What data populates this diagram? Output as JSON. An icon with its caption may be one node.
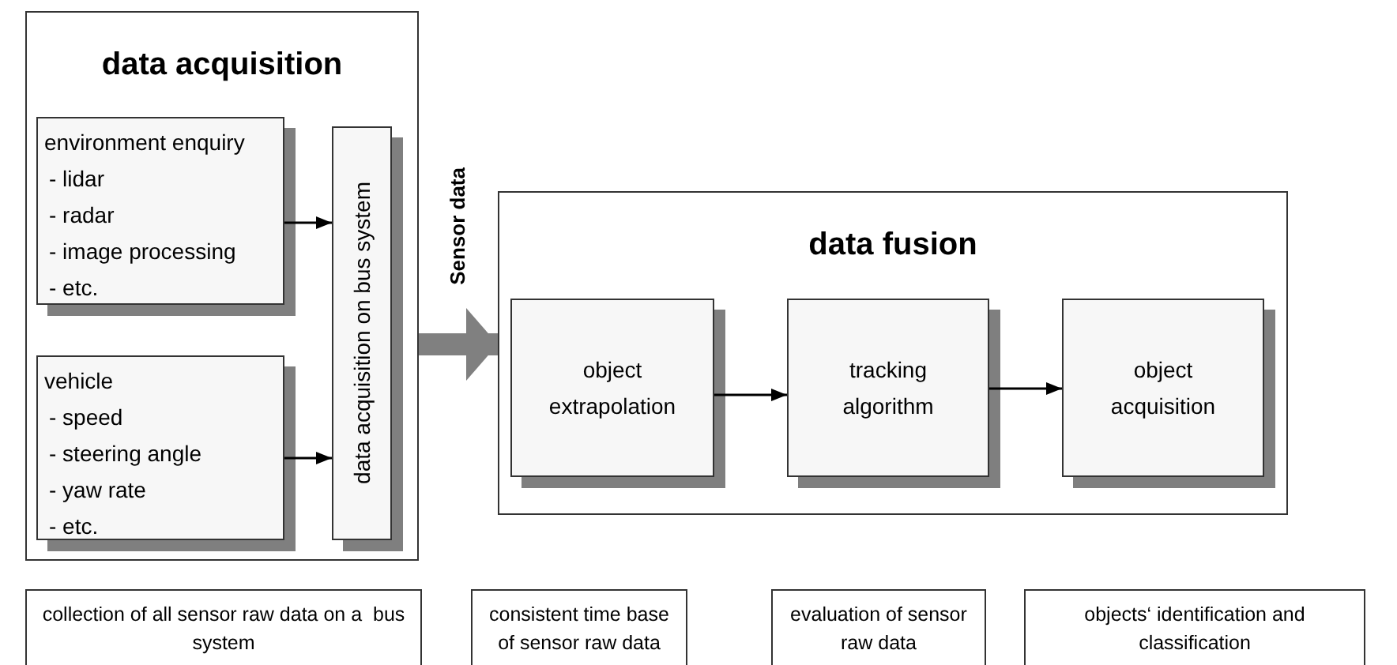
{
  "diagram": {
    "nodes": [
      {
        "text": [
          "data acquisition"
        ]
      },
      {
        "text": [
          "environment enquiry",
          "- lidar",
          "- radar",
          "- image processing",
          "- etc."
        ],
        "in": 0
      },
      {
        "text": [
          "vehicle",
          "- speed",
          "- steering angle",
          "- yaw rate",
          "- etc."
        ],
        "in": 0
      },
      {
        "text": [
          "data acquisition on bus system"
        ],
        "in": 0
      },
      {
        "text": [
          "data fusion"
        ]
      },
      {
        "text": [
          "object extrapolation"
        ],
        "in": 4
      },
      {
        "text": [
          "tracking algorithm"
        ],
        "in": 4
      },
      {
        "text": [
          "object acquisition"
        ],
        "in": 4
      },
      {
        "text": [
          "collection of all sensor raw data on a  bus system"
        ]
      },
      {
        "text": [
          "consistent time base of sensor raw data"
        ]
      },
      {
        "text": [
          "evaluation of sensor raw data"
        ]
      },
      {
        "text": [
          "objects‘ identification and classification"
        ]
      }
    ],
    "edges": [
      {
        "from": 1,
        "to": 3,
        "arrow": "to"
      },
      {
        "from": 2,
        "to": 3,
        "arrow": "to"
      },
      {
        "from": 0,
        "to": 4,
        "arrow": "to",
        "label": "Sensor data",
        "style": "thick",
        "color": "#808080"
      },
      {
        "from": 5,
        "to": 6,
        "arrow": "to"
      },
      {
        "from": 6,
        "to": 7,
        "arrow": "to"
      }
    ]
  }
}
